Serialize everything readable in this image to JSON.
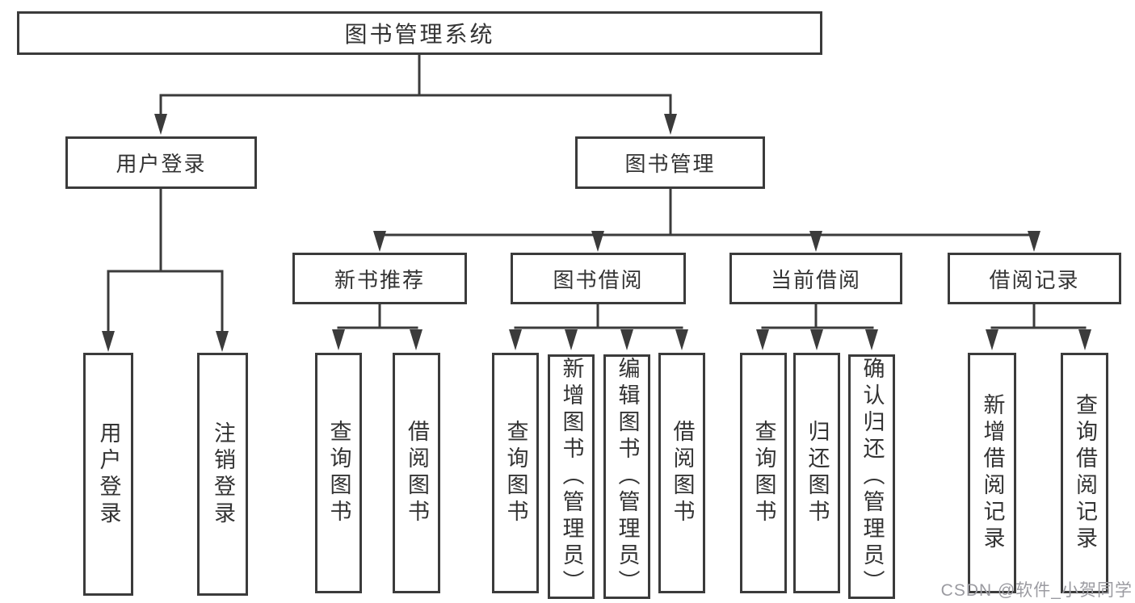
{
  "colors": {
    "line": "#3b3b3b",
    "text": "#333333",
    "background": "#ffffff",
    "watermark": "#9b9ba1"
  },
  "tree": {
    "root": {
      "label": "图书管理系统"
    },
    "branches": [
      {
        "label": "用户登录",
        "children": [
          {
            "label": "用户登录"
          },
          {
            "label": "注销登录"
          }
        ]
      },
      {
        "label": "图书管理",
        "children": [
          {
            "label": "新书推荐",
            "children": [
              {
                "label": "查询图书"
              },
              {
                "label": "借阅图书"
              }
            ]
          },
          {
            "label": "图书借阅",
            "children": [
              {
                "label": "查询图书"
              },
              {
                "label": "新增图书（管理员）"
              },
              {
                "label": "编辑图书（管理员）"
              },
              {
                "label": "借阅图书"
              }
            ]
          },
          {
            "label": "当前借阅",
            "children": [
              {
                "label": "查询图书"
              },
              {
                "label": "归还图书"
              },
              {
                "label": "确认归还（管理员）"
              }
            ]
          },
          {
            "label": "借阅记录",
            "children": [
              {
                "label": "新增借阅记录"
              },
              {
                "label": "查询借阅记录"
              }
            ]
          }
        ]
      }
    ]
  },
  "watermark": {
    "text": "CSDN @软件_小贺同学"
  }
}
